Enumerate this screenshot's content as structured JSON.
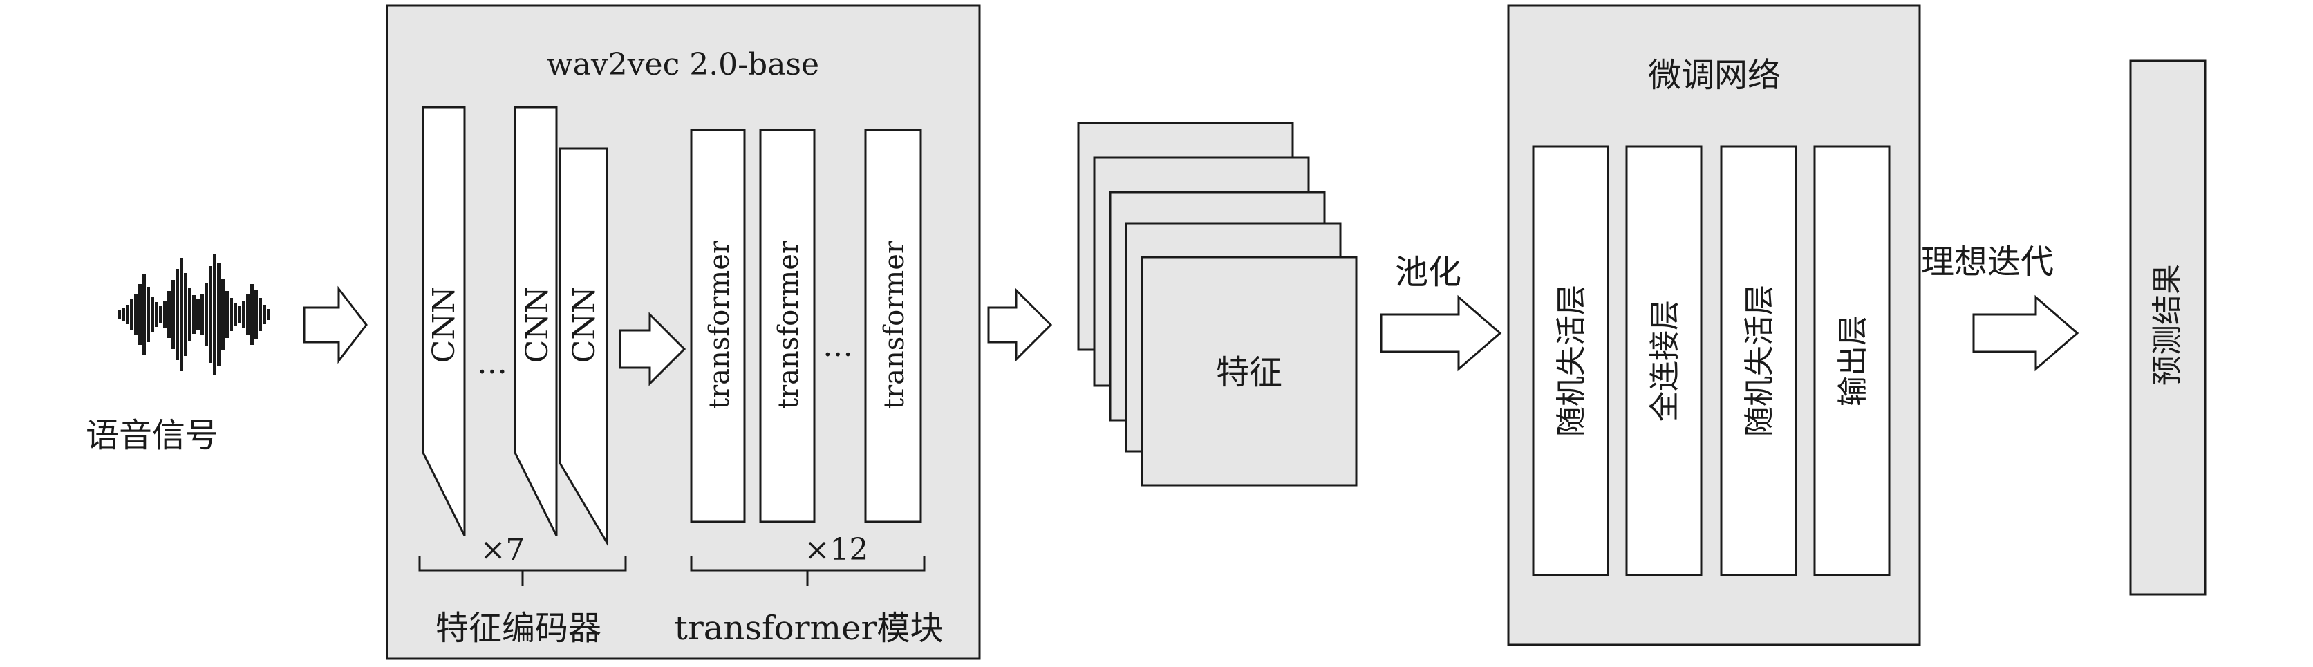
{
  "input": {
    "label": "语音信号"
  },
  "wav2vec": {
    "title": "wav2vec 2.0-base",
    "cnn_label": "CNN",
    "cnn_ellipsis": "…",
    "cnn_repeat": "×7",
    "encoder_label": "特征编码器",
    "transformer_label": "transformer",
    "transformer_ellipsis": "…",
    "transformer_repeat": "×12",
    "transformer_module_label": "transformer模块"
  },
  "features": {
    "label": "特征"
  },
  "pooling": {
    "label": "池化"
  },
  "finetune": {
    "title": "微调网络",
    "layers": [
      "随机失活层",
      "全连接层",
      "随机失活层",
      "输出层"
    ]
  },
  "iteration": {
    "label": "理想迭代"
  },
  "output": {
    "label": "预测结果"
  }
}
